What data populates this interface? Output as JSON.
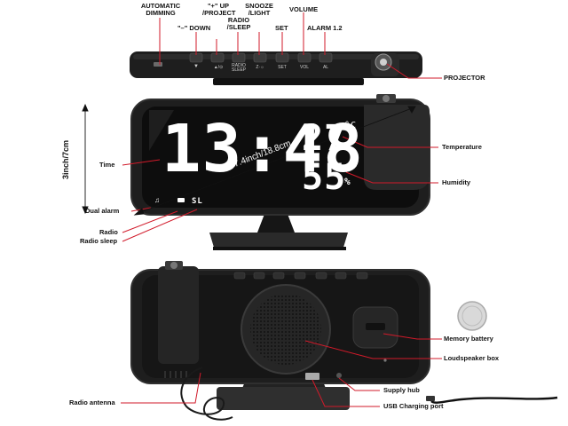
{
  "top_labels": {
    "automatic_dimming": "AUTOMATIC\nDIMMING",
    "down": "\"–\" DOWN",
    "up_project": "\"+\" UP\n/PROJECT",
    "radio_sleep": "RADIO\n/SLEEP",
    "snooze_light": "SNOOZE\n/LIGHT",
    "set": "SET",
    "volume": "VOLUME",
    "alarm": "ALARM 1.2",
    "projector": "PROJECTOR"
  },
  "device_buttons": {
    "up": "▲/⊙",
    "radio": "RADIO\nSLEEP",
    "snooze": "Z·☼",
    "set": "SET",
    "vol": "VOL",
    "al": "AL"
  },
  "front_labels": {
    "dimension_height": "3inch/7cm",
    "dimension_width": "7.4inch/18.8cm",
    "time": "Time",
    "dual_alarm": "Dual alarm",
    "radio": "Radio",
    "radio_sleep": "Radio sleep",
    "temperature": "Temperature",
    "humidity": "Humidity"
  },
  "display": {
    "time": "13:48",
    "temperature": "27",
    "temp_unit": "°C",
    "humidity": "55",
    "humidity_unit": "%",
    "sleep_indicator": "SL"
  },
  "back_labels": {
    "memory_battery": "Memory battery",
    "loudspeaker_box": "Loudspeaker box",
    "supply_hub": "Supply hub",
    "usb_port": "USB Charging port",
    "radio_antenna": "Radio antenna"
  },
  "colors": {
    "device_body": "#1e1e1e",
    "annotation_line": "#d11a2a",
    "led": "#ffffff"
  }
}
